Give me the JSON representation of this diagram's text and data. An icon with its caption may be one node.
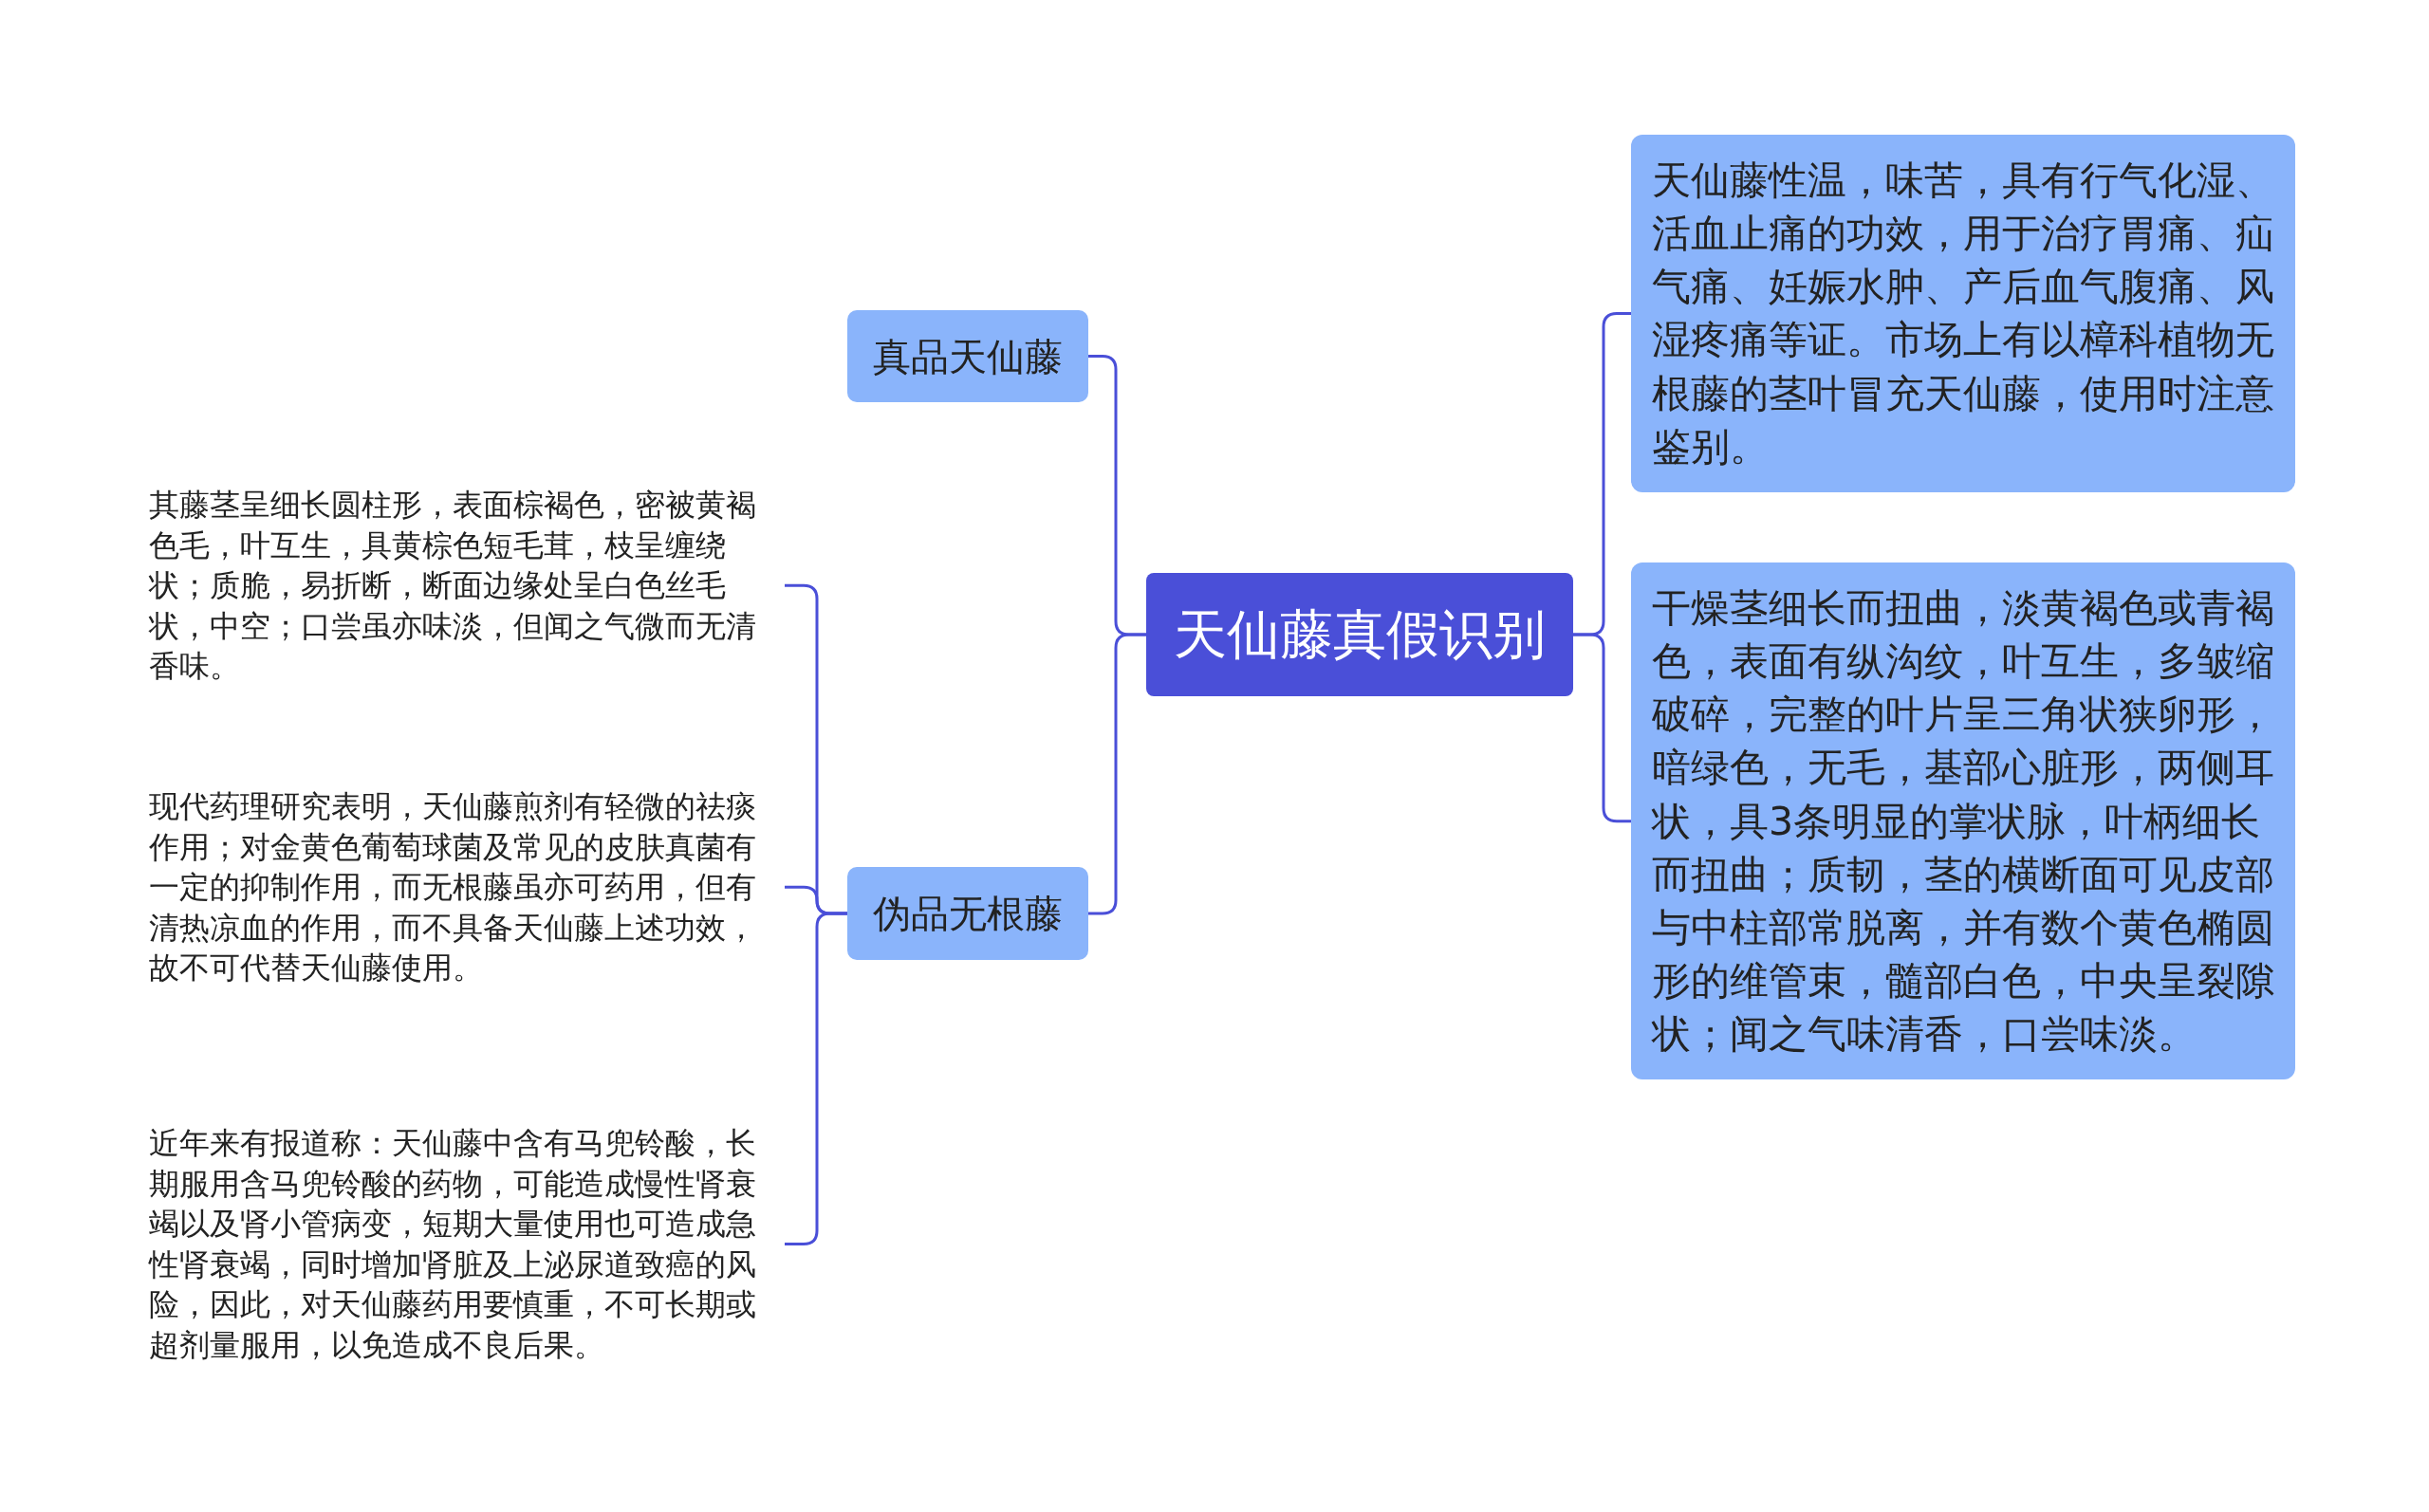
{
  "diagram": {
    "nodes": [
      {
        "text": [
          "天仙藤真假识别"
        ]
      },
      {
        "text": [
          "真品天仙藤"
        ]
      },
      {
        "text": [
          "伪品无根藤"
        ]
      },
      {
        "text": [
          "其藤茎呈细长圆柱形，表面棕褐色，密被黄褐色毛，叶互生，具黄棕色短毛茸，枝呈缠绕状；质脆，易折断，断面边缘处呈白色丝毛状，中空；口尝虽亦味淡，但闻之气微而无清香味。"
        ]
      },
      {
        "text": [
          "现代药理研究表明，天仙藤煎剂有轻微的祛痰作用；对金黄色葡萄球菌及常见的皮肤真菌有一定的抑制作用，而无根藤虽亦可药用，但有清热凉血的作用，而不具备天仙藤上述功效，故不可代替天仙藤使用。"
        ]
      },
      {
        "text": [
          "近年来有报道称：天仙藤中含有马兜铃酸，长期服用含马兜铃酸的药物，可能造成慢性肾衰竭以及肾小管病变，短期大量使用也可造成急性肾衰竭，同时增加肾脏及上泌尿道致癌的风险，因此，对天仙藤药用要慎重，不可长期或超剂量服用，以免造成不良后果。"
        ]
      },
      {
        "text": [
          "天仙藤性温，味苦，具有行气化湿、活血止痛的功效，用于治疗胃痛、疝气痛、妊娠水肿、产后血气腹痛、风湿疼痛等证。市场上有以樟科植物无根藤的茎叶冒充天仙藤，使用时注意鉴别。"
        ]
      },
      {
        "text": [
          "干燥茎细长而扭曲，淡黄褐色或青褐色，表面有纵沟纹，叶互生，多皱缩破碎，完整的叶片呈三角状狭卵形，暗绿色，无毛，基部心脏形，两侧耳状，具3条明显的掌状脉，叶柄细长而扭曲；质韧，茎的横断面可见皮部与中柱部常脱离，并有数个黄色椭圆形的维管束，髓部白色，中央呈裂隙状；闻之气味清香，口尝味淡。"
        ]
      }
    ],
    "edges": [
      {
        "from": 0,
        "to": 1,
        "arrow": "none"
      },
      {
        "from": 0,
        "to": 2,
        "arrow": "none"
      },
      {
        "from": 2,
        "to": 3,
        "arrow": "none"
      },
      {
        "from": 2,
        "to": 4,
        "arrow": "none"
      },
      {
        "from": 2,
        "to": 5,
        "arrow": "none"
      },
      {
        "from": 0,
        "to": 6,
        "arrow": "none"
      },
      {
        "from": 0,
        "to": 7,
        "arrow": "none"
      }
    ]
  }
}
